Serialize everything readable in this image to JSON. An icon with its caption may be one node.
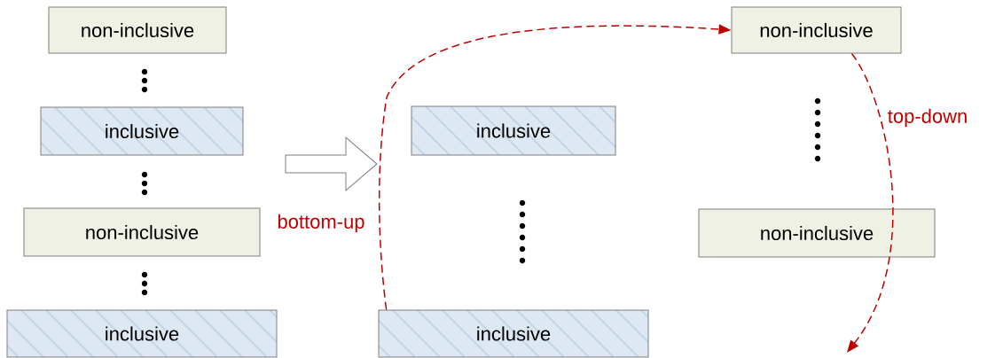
{
  "diagram": {
    "nodes": [
      {
        "text": [
          "non-inclusive"
        ]
      },
      {
        "text": [
          "inclusive"
        ]
      },
      {
        "text": [
          "non-inclusive"
        ]
      },
      {
        "text": [
          "inclusive"
        ]
      },
      {
        "text": [
          "inclusive"
        ]
      },
      {
        "text": [
          "inclusive"
        ]
      },
      {
        "text": [
          "non-inclusive"
        ]
      },
      {
        "text": [
          "non-inclusive"
        ]
      }
    ],
    "edges": [
      {
        "from": 5,
        "to": 6,
        "arrow": "to",
        "label": "bottom-up",
        "style": "dashed"
      },
      {
        "from": 6,
        "to": null,
        "arrow": "to",
        "label": "top-down",
        "style": "dashed"
      }
    ]
  }
}
